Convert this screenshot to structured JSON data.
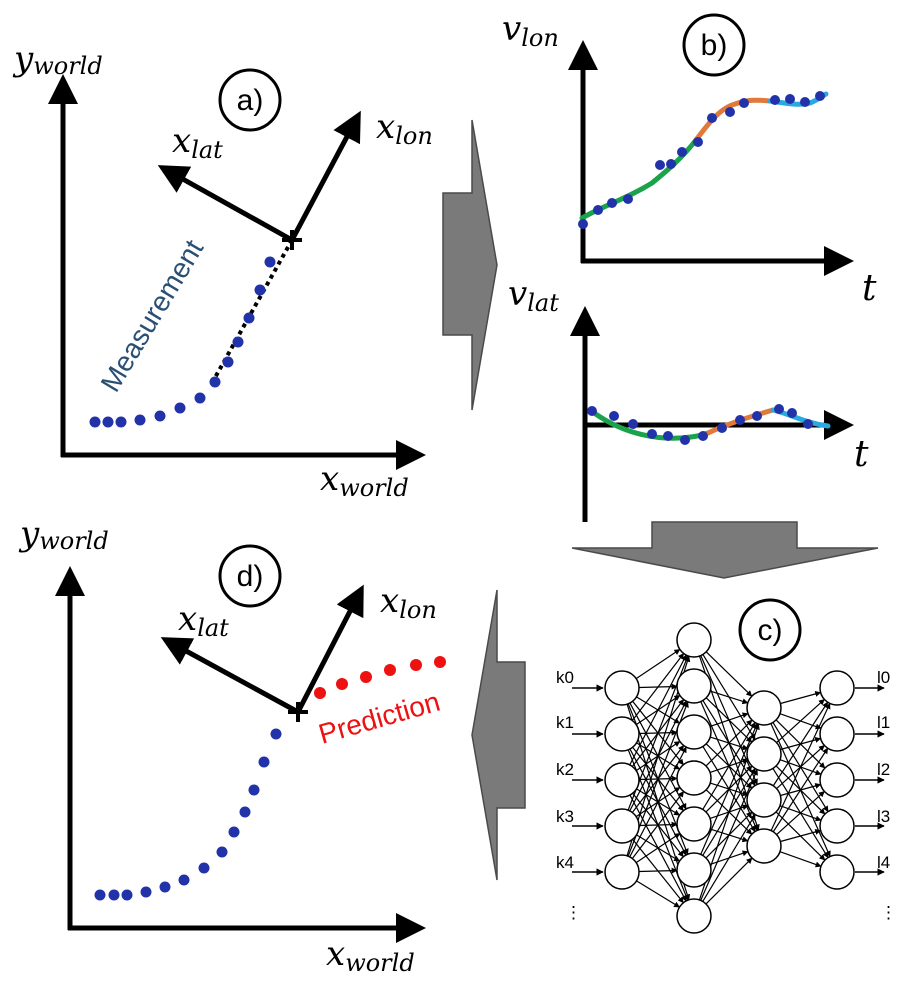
{
  "panels": {
    "a": {
      "label": "a)",
      "y_axis": {
        "main": "y",
        "sub": "world"
      },
      "x_axis": {
        "main": "x",
        "sub": "world"
      },
      "lat_axis": {
        "main": "x",
        "sub": "lat"
      },
      "lon_axis": {
        "main": "x",
        "sub": "lon"
      },
      "annotation": "Measurement",
      "annotation_color": "#2a4f75",
      "point_color": "#2233aa"
    },
    "b": {
      "label": "b)",
      "top_y_axis": {
        "main": "v",
        "sub": "lon"
      },
      "top_x_axis": {
        "main": "t"
      },
      "bottom_y_axis": {
        "main": "v",
        "sub": "lat"
      },
      "bottom_x_axis": {
        "main": "t"
      },
      "segment_colors": [
        "#1aa34a",
        "#e0793a",
        "#29a9e0"
      ]
    },
    "c": {
      "label": "c)",
      "inputs": [
        "k0",
        "k1",
        "k2",
        "k3",
        "k4"
      ],
      "outputs": [
        "l0",
        "l1",
        "l2",
        "l3",
        "l4"
      ],
      "ellipsis": "⋮"
    },
    "d": {
      "label": "d)",
      "y_axis": {
        "main": "y",
        "sub": "world"
      },
      "x_axis": {
        "main": "x",
        "sub": "world"
      },
      "lat_axis": {
        "main": "x",
        "sub": "lat"
      },
      "lon_axis": {
        "main": "x",
        "sub": "lon"
      },
      "annotation": "Prediction",
      "annotation_color": "#ee1111",
      "prediction_color": "#ee1111",
      "point_color": "#2233aa"
    }
  }
}
